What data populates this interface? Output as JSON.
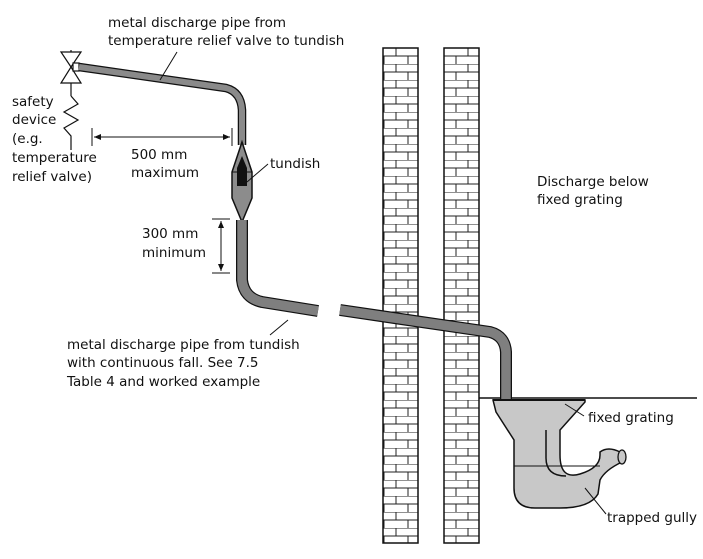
{
  "labels": {
    "pipe_top_line1": "metal discharge pipe from",
    "pipe_top_line2": "temperature relief valve to tundish",
    "safety_line1": "safety",
    "safety_line2": "device",
    "safety_line3": "(e.g.",
    "safety_line4": "temperature",
    "safety_line5": "relief valve)",
    "dim500_line1": "500 mm",
    "dim500_line2": "maximum",
    "tundish": "tundish",
    "dim300_line1": "300 mm",
    "dim300_line2": "minimum",
    "discharge_line1": "Discharge below",
    "discharge_line2": "fixed grating",
    "pipe_bottom_line1": "metal discharge pipe from tundish",
    "pipe_bottom_line2": "with continuous fall. See 7.5",
    "pipe_bottom_line3": "Table 4 and worked example",
    "fixed_grating": "fixed grating",
    "trapped_gully": "trapped gully"
  },
  "colors": {
    "pipe": "#7f7f7f",
    "tundish": "#8c8c8c",
    "gully": "#c8c8c8",
    "outline": "#111111"
  }
}
